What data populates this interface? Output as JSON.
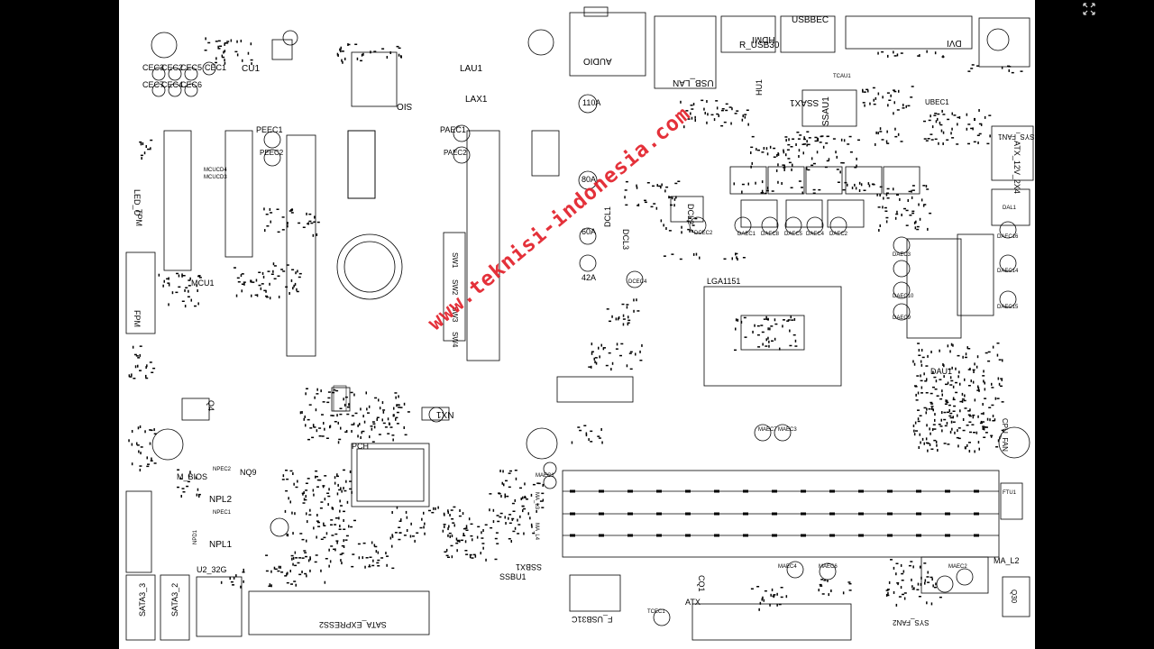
{
  "file_name": "GA-Z170XGaming3_1.0.brd",
  "watermark": "www.teknisi-indonesia.com",
  "icons": {
    "fullscreen": "expand-arrows-icon"
  },
  "labels": {
    "usb_lan": "USB_LAN",
    "hdmi": "HDMI",
    "r_usb30": "R_USB30",
    "usbbec": "USBBEC",
    "dvi": "DVI",
    "audio": "AUDIO",
    "cu1": "CU1",
    "cec1": "CEC1",
    "cec3": "CEC3",
    "cec2": "CEC2",
    "cec5": "CEC5",
    "cec7": "CEC7",
    "cec4": "CEC4",
    "cec6": "CEC6",
    "lau1": "LAU1",
    "lax1": "LAX1",
    "sio": "SIO",
    "paec1": "PAEC1",
    "paec2": "PAEC2",
    "peec1": "PEEC1",
    "peec2": "PEEC2",
    "a110": "110A",
    "a80": "80A",
    "a60": "60A",
    "a42": "42A",
    "hu1": "HU1",
    "ssax1": "SSAX1",
    "ssau1": "SSAU1",
    "ubec1": "UBEC1",
    "tcau1": "TCAU1",
    "sys_fan1": "SYS_FAN1",
    "atx_12v_2x4": "ATX_12V_2X4",
    "dal1": "DAL1",
    "dcl1": "DCL1",
    "dcl2": "DCL2",
    "dcl3": "DCL3",
    "dcec2": "DCEC2",
    "dcec4": "DCEC4",
    "daec1": "DAEC1",
    "daec8": "DAEC8",
    "daec5": "DAEC5",
    "daec4": "DAEC4",
    "daec2": "DAEC2",
    "daec3": "DAEC3",
    "daec16": "DAEC16",
    "daec14": "DAEC14",
    "daec15": "DAEC15",
    "daec10": "DAEC10",
    "daec9": "DAEC9",
    "lga1151": "LGA1151",
    "dau1": "DAU1",
    "led_c": "LED_C",
    "tpm": "TPM",
    "fpm": "FPM",
    "mcu1": "MCU1",
    "mcucd4": "MCUCD4",
    "mcucd3": "MCUCD3",
    "q4": "Q4",
    "nx1": "NX1",
    "pch": "PCH",
    "sw1": "SW1",
    "sw2": "SW2",
    "sw3": "SW3",
    "sw4": "SW4",
    "maec7": "MAEC7",
    "maec3": "MAEC3",
    "maec1": "MAEC1",
    "ma_l3": "MA_L3",
    "ma_l4": "MA_L4",
    "ma_l2": "MA_L2",
    "maec4": "MAEC4",
    "maec6": "MAEC6",
    "maec2": "MAEC2",
    "cpu_fan": "CPU_FAN",
    "ftu1": "FTU1",
    "m_bios": "M_BIOS",
    "npec2": "NPEC2",
    "npl2": "NPL2",
    "nq9": "NQ9",
    "npec1": "NPEC1",
    "npl1": "NPL1",
    "npd1": "NPD1",
    "u2_32g": "U2_32G",
    "sata3_3": "SATA3_3",
    "sata3_2": "SATA3_2",
    "sata_express2": "SATA_EXPRESS2",
    "ssbx1": "SSBX1",
    "ssbu1": "SSBU1",
    "f_usb31c": "F_USB31C",
    "tcec1": "TCEC1",
    "atx": "ATX",
    "cq1": "CQ1",
    "sys_fan2": "SYS_FAN2",
    "q30": "Q30"
  }
}
